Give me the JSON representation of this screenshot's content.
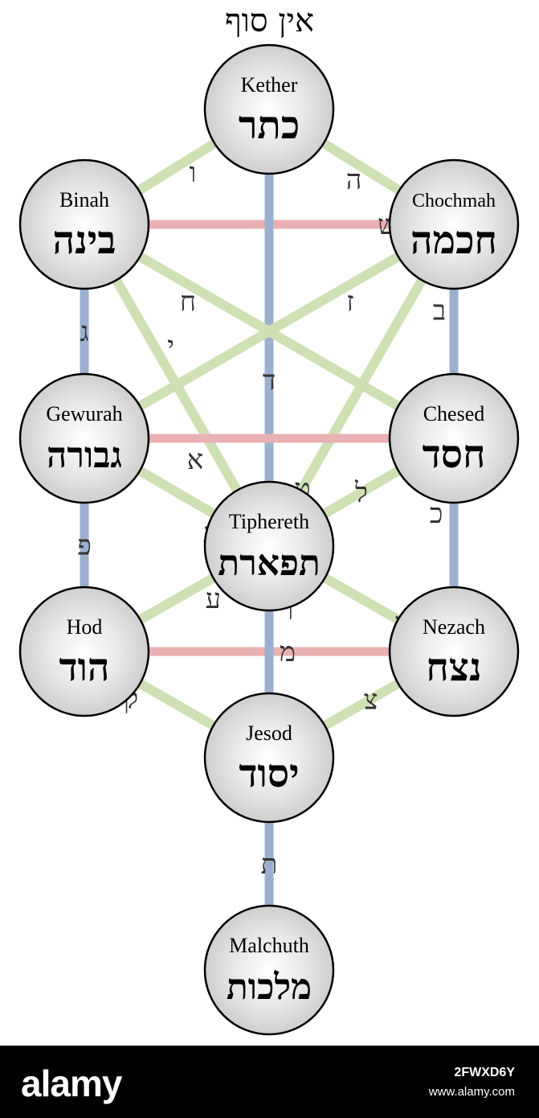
{
  "title": "אין סוף",
  "colors": {
    "blue_path": "#9ab0ce",
    "green_path": "#cfe0b4",
    "red_path": "#e9b1b3",
    "node_fill": "#d9d9d9",
    "node_stroke": "#000000"
  },
  "sephiroth": [
    {
      "id": "kether",
      "name": "Kether",
      "hebrew": "כתר"
    },
    {
      "id": "chochmah",
      "name": "Chochmah",
      "hebrew": "חכמה"
    },
    {
      "id": "binah",
      "name": "Binah",
      "hebrew": "בינה"
    },
    {
      "id": "chesed",
      "name": "Chesed",
      "hebrew": "חסד"
    },
    {
      "id": "gewurah",
      "name": "Gewurah",
      "hebrew": "גבורה"
    },
    {
      "id": "tiphereth",
      "name": "Tiphereth",
      "hebrew": "תפארת"
    },
    {
      "id": "nezach",
      "name": "Nezach",
      "hebrew": "נצח"
    },
    {
      "id": "hod",
      "name": "Hod",
      "hebrew": "הוד"
    },
    {
      "id": "jesod",
      "name": "Jesod",
      "hebrew": "יסוד"
    },
    {
      "id": "malchuth",
      "name": "Malchuth",
      "hebrew": "מלכות"
    }
  ],
  "paths": [
    {
      "from": "kether",
      "to": "binah",
      "kind": "green",
      "letter": "ו"
    },
    {
      "from": "kether",
      "to": "chochmah",
      "kind": "green",
      "letter": "ה"
    },
    {
      "from": "binah",
      "to": "chochmah",
      "kind": "red",
      "letter": "ש"
    },
    {
      "from": "kether",
      "to": "tiphereth",
      "kind": "blue",
      "letter": "ד"
    },
    {
      "from": "binah",
      "to": "chesed",
      "kind": "green",
      "letter": "ח"
    },
    {
      "from": "chochmah",
      "to": "gewurah",
      "kind": "green",
      "letter": "ז"
    },
    {
      "from": "binah",
      "to": "gewurah",
      "kind": "blue",
      "letter": "ג"
    },
    {
      "from": "chochmah",
      "to": "chesed",
      "kind": "blue",
      "letter": "ב"
    },
    {
      "from": "binah",
      "to": "tiphereth",
      "kind": "green",
      "letter": "י"
    },
    {
      "from": "chochmah",
      "to": "tiphereth",
      "kind": "green",
      "letter": "ט"
    },
    {
      "from": "gewurah",
      "to": "chesed",
      "kind": "red",
      "letter": "א"
    },
    {
      "from": "gewurah",
      "to": "tiphereth",
      "kind": "green",
      "letter": "נ"
    },
    {
      "from": "chesed",
      "to": "tiphereth",
      "kind": "green",
      "letter": "ל"
    },
    {
      "from": "gewurah",
      "to": "hod",
      "kind": "blue",
      "letter": "פ"
    },
    {
      "from": "chesed",
      "to": "nezach",
      "kind": "blue",
      "letter": "כ"
    },
    {
      "from": "tiphereth",
      "to": "hod",
      "kind": "green",
      "letter": "ע"
    },
    {
      "from": "tiphereth",
      "to": "nezach",
      "kind": "green",
      "letter": "ס"
    },
    {
      "from": "hod",
      "to": "nezach",
      "kind": "red",
      "letter": "מ"
    },
    {
      "from": "tiphereth",
      "to": "jesod",
      "kind": "blue",
      "letter": "ר"
    },
    {
      "from": "hod",
      "to": "jesod",
      "kind": "green",
      "letter": "ק"
    },
    {
      "from": "nezach",
      "to": "jesod",
      "kind": "green",
      "letter": "צ"
    },
    {
      "from": "jesod",
      "to": "malchuth",
      "kind": "blue",
      "letter": "ת"
    }
  ],
  "footer": {
    "logo": "alamy",
    "image_id": "2FWXD6Y",
    "url": "www.alamy.com"
  }
}
